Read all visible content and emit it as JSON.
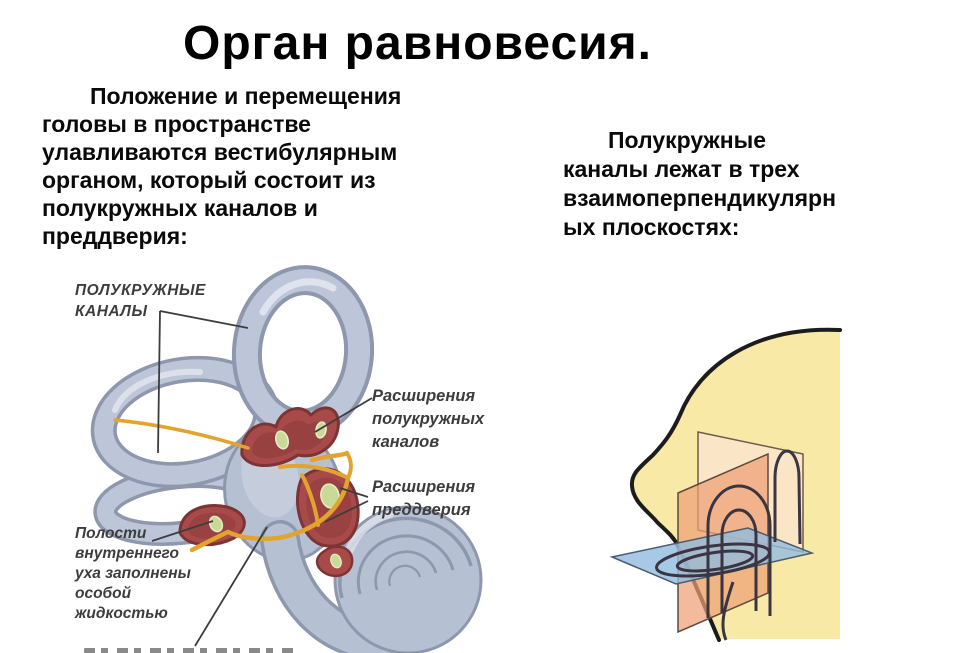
{
  "slide": {
    "title": "Орган равновесия.",
    "left_paragraph": "Положение и перемещения\nголовы в пространстве\nулавливаются вестибулярным\nорганом, который состоит из\nполукружных каналов и\nпреддверия:",
    "right_paragraph": "Полукружные\nканалы лежат в трех\nвзаимоперпендикулярн\nых плоскостях:"
  },
  "ear_figure": {
    "labels": {
      "semicircular_canals": "ПОЛУКРУЖНЫЕ\nКАНАЛЫ",
      "canal_ampullae": "Расширения\nполукружных\nканалов",
      "vestibule_ampullae": "Расширения\nпреддверия",
      "inner_ear_cavities": "Полости\nвнутреннего\nуха заполнены\nособой\nжидкостью"
    }
  },
  "colors": {
    "background": "#ffffff",
    "body_text": "#000000",
    "figure_label_text": "#3d3d3d",
    "canal_fill": "#b6c0d3",
    "canal_outline": "#8d97ad",
    "canal_highlight": "#e2e6ef",
    "ampulla_fill": "#a84a4a",
    "ampulla_outline": "#7c3434",
    "nerve_fiber": "#e3a32f",
    "sensory_spot": "#cbd996",
    "head_skin": "#f8e9a6",
    "head_outline": "#1c1c1c",
    "coronal_plane": "#ef9f76",
    "sagittal_plane": "#fae4ce",
    "horizontal_plane": "#92bce0"
  }
}
